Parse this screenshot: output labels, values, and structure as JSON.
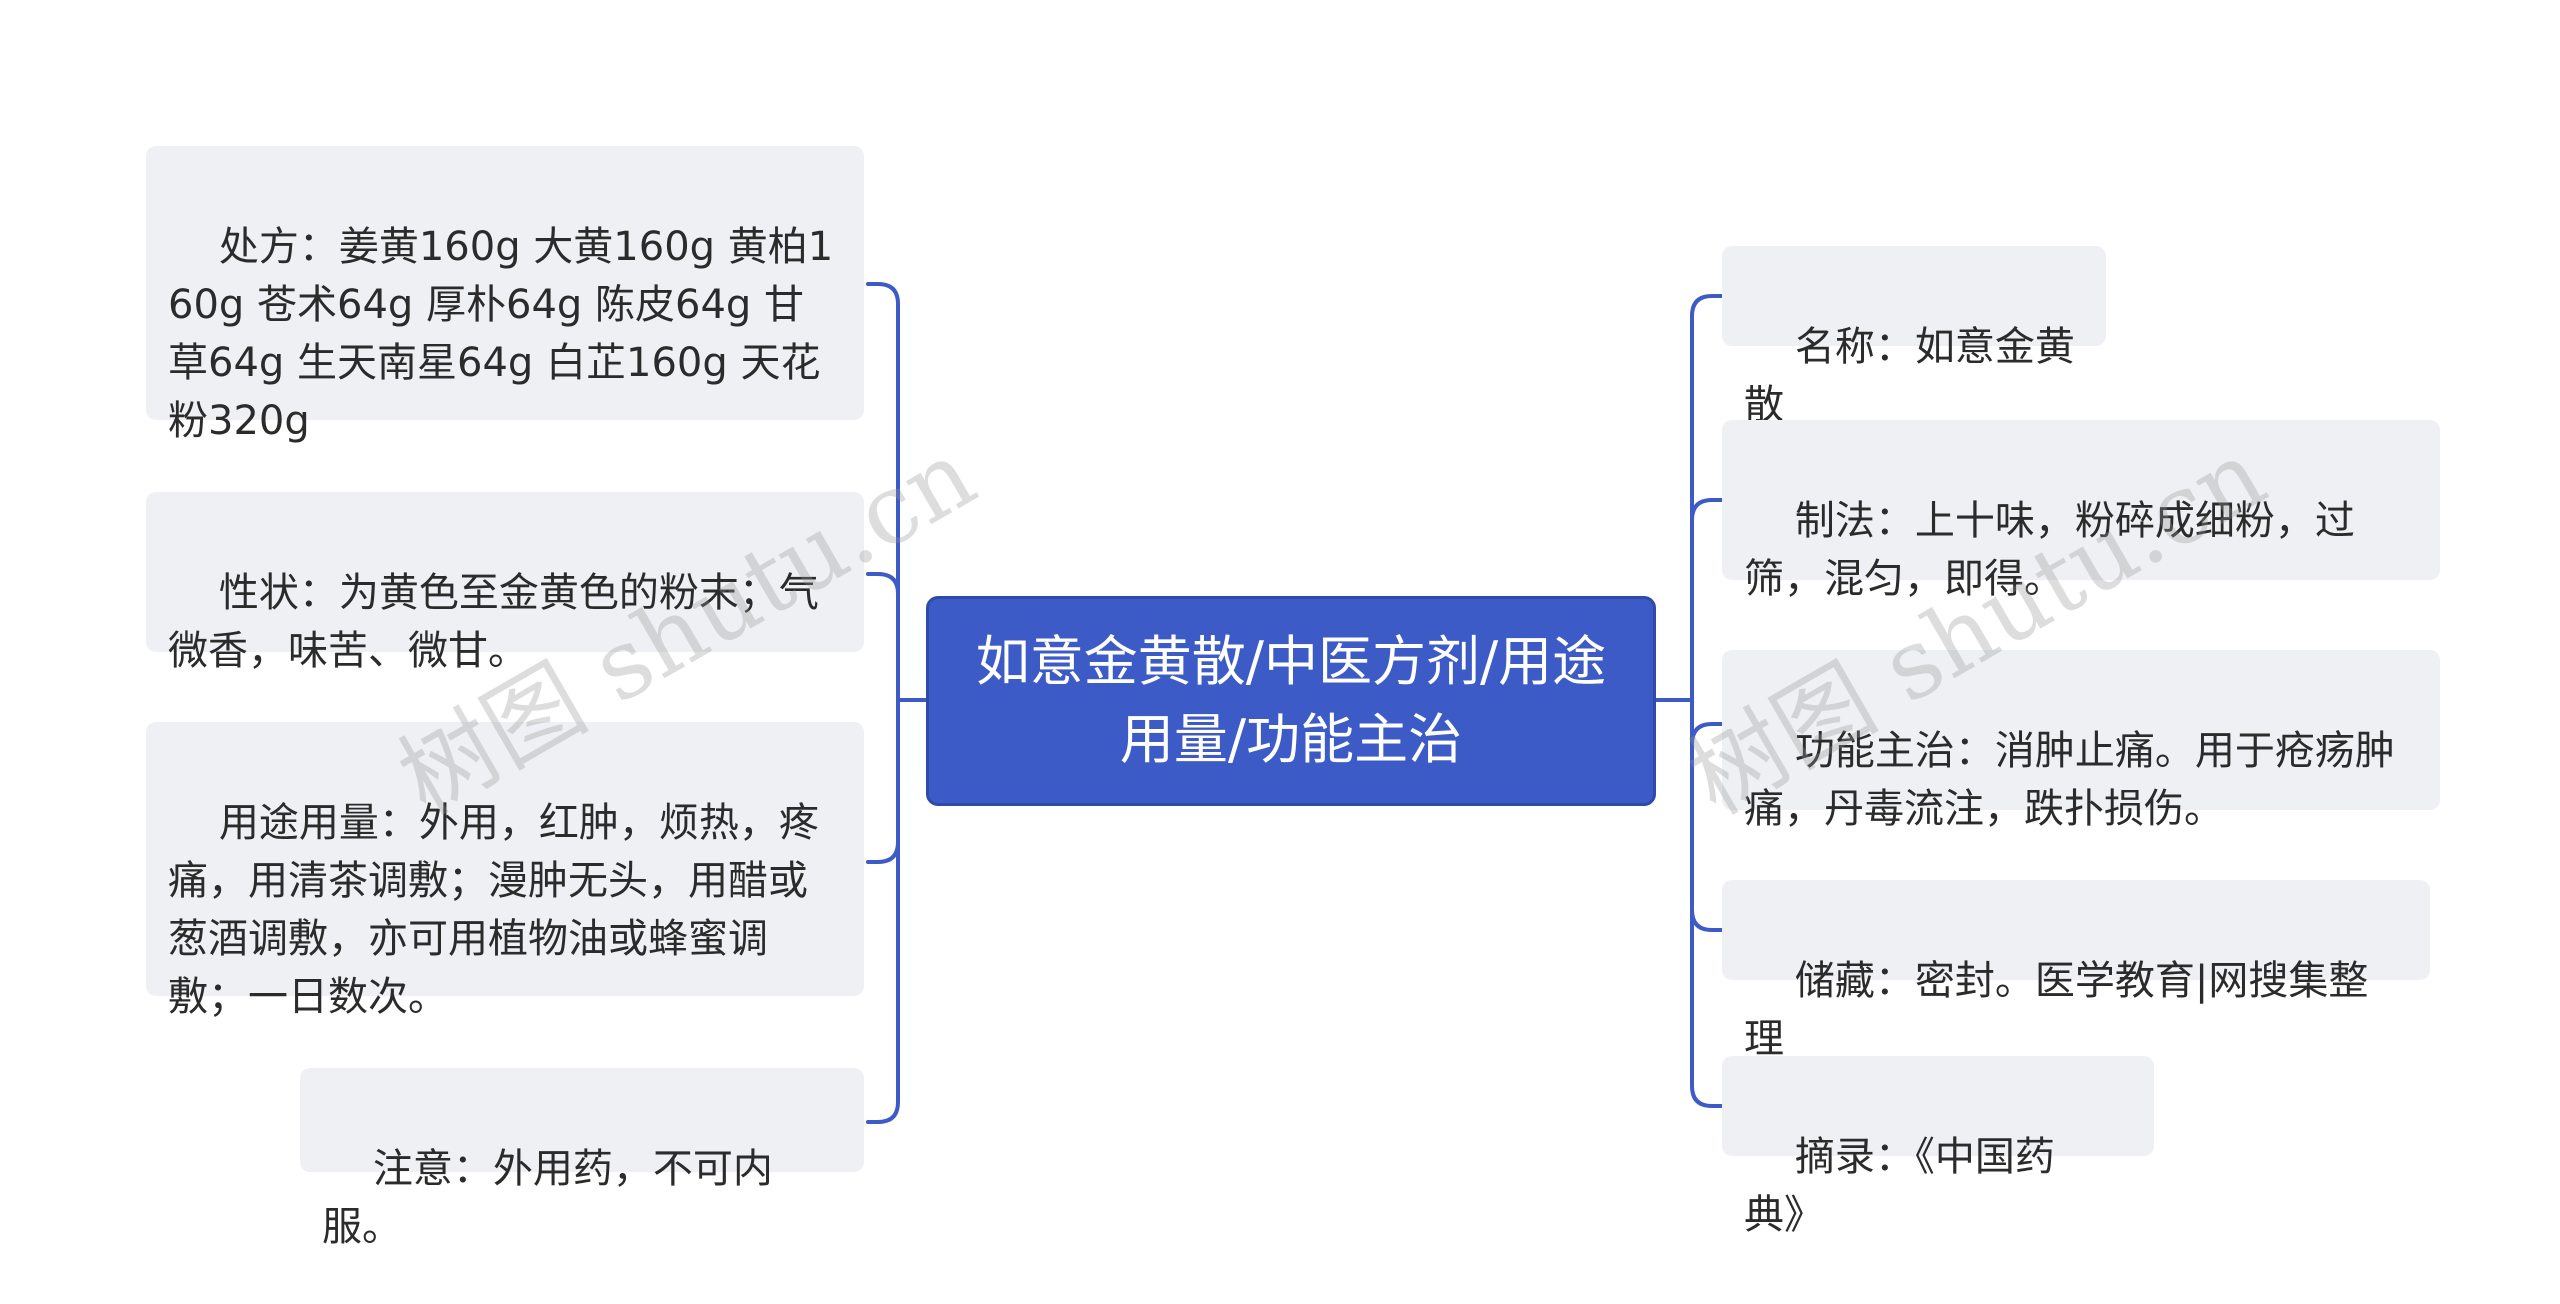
{
  "central": {
    "text": "如意金黄散/中医方剂/用途用量/功能主治"
  },
  "left_nodes": [
    {
      "text": "处方：姜黄160g 大黄160g 黄柏160g 苍术64g 厚朴64g 陈皮64g 甘草64g 生天南星64g 白芷160g 天花粉320g"
    },
    {
      "text": "性状：为黄色至金黄色的粉末；气微香，味苦、微甘。"
    },
    {
      "text": "用途用量：外用，红肿，烦热，疼痛，用清茶调敷；漫肿无头，用醋或葱酒调敷，亦可用植物油或蜂蜜调敷；一日数次。"
    },
    {
      "text": "注意：外用药，不可内服。"
    }
  ],
  "right_nodes": [
    {
      "text": "名称：如意金黄散"
    },
    {
      "text": "制法：上十味，粉碎成细粉，过筛，混匀，即得。"
    },
    {
      "text": "功能主治：消肿止痛。用于疮疡肿痛，丹毒流注，跌扑损伤。"
    },
    {
      "text": "储藏：密封。医学教育|网搜集整理"
    },
    {
      "text": "摘录：《中国药典》"
    }
  ],
  "watermarks": [
    {
      "text": "树图 shutu.cn"
    },
    {
      "text": "树图 shutu.cn"
    }
  ],
  "colors": {
    "central_fill": "#3d5bc7",
    "connector": "#3d5bc7",
    "node_fill": "#eef0f3"
  }
}
